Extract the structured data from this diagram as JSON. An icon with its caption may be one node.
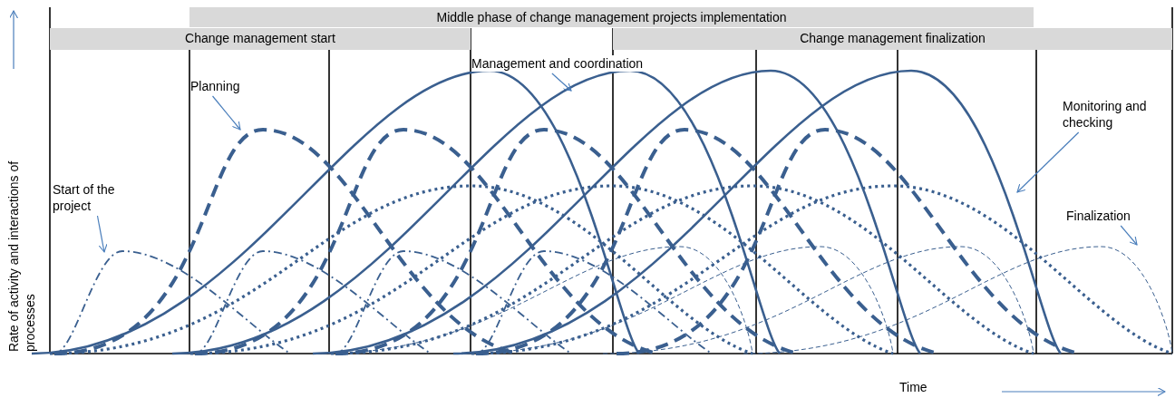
{
  "diagram": {
    "nodes": [
      {
        "text": [
          "Middle phase of change management projects implementation"
        ]
      },
      {
        "text": [
          "Change management start"
        ]
      },
      {
        "text": [
          "Change management finalization"
        ]
      },
      {
        "text": [
          "Start of the project"
        ]
      },
      {
        "text": [
          "Planning"
        ]
      },
      {
        "text": [
          "Management and coordination"
        ]
      },
      {
        "text": [
          "Monitoring and checking"
        ]
      },
      {
        "text": [
          "Finalization"
        ]
      }
    ],
    "edges": [
      {
        "from": 3,
        "to": null,
        "arrow": "to"
      },
      {
        "from": 4,
        "to": null,
        "arrow": "to"
      },
      {
        "from": 5,
        "to": null,
        "arrow": "to"
      },
      {
        "from": 6,
        "to": null,
        "arrow": "to"
      },
      {
        "from": 7,
        "to": null,
        "arrow": "to"
      }
    ],
    "labels": [
      "Rate of activity and interactions of processes",
      "Time"
    ]
  }
}
